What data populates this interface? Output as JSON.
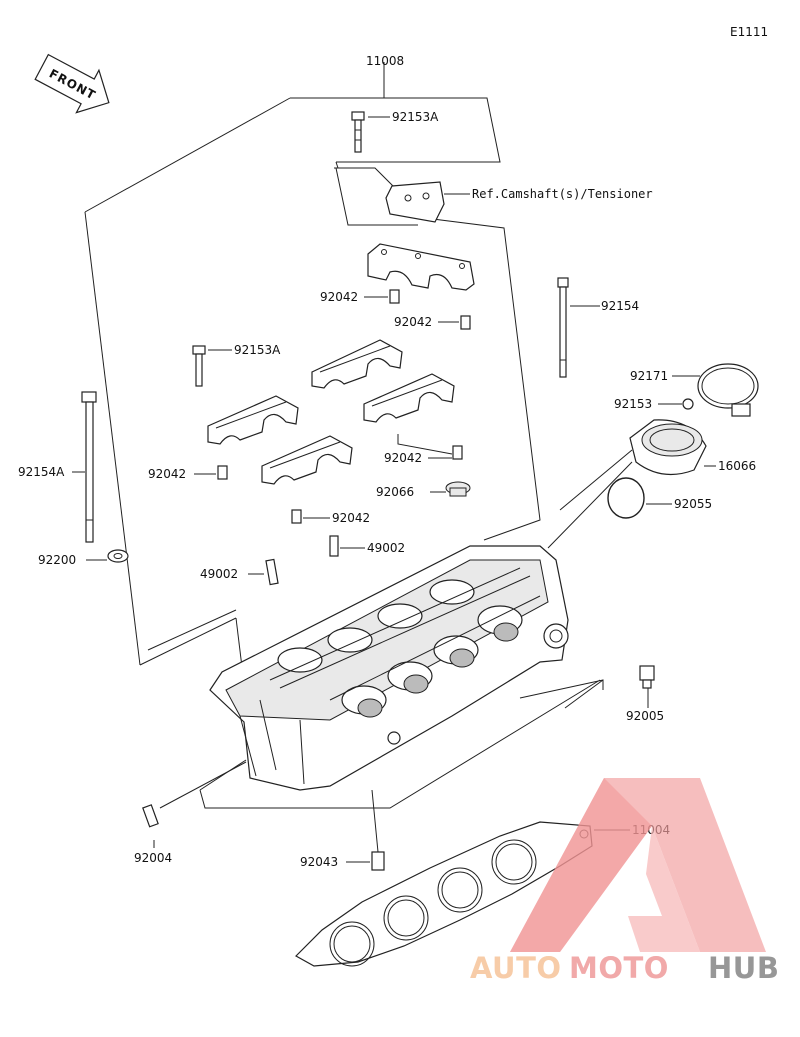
{
  "diagram_code": "E1111",
  "front_label": "FRONT",
  "ref_note": "Ref.Camshaft(s)/Tensioner",
  "labels": {
    "assembly": "11008",
    "bolt_top": "92153A",
    "bolt_left": "92153A",
    "bolt_long_right": "92154",
    "bolt_long_left": "92154A",
    "washer": "92200",
    "dowel_cap_center": "92042",
    "dowel_cap_right": "92042",
    "dowel_left": "92042",
    "dowel_right": "92042",
    "dowel_mid": "92042",
    "plug": "92066",
    "guide_left": "49002",
    "guide_right": "49002",
    "clamp": "92171",
    "small_bolt": "92153",
    "holder": "16066",
    "oring": "92055",
    "fitting": "92005",
    "stud": "92004",
    "gasket": "11004",
    "dowel_bottom": "92043"
  },
  "watermark": {
    "part1": "AUTO",
    "part2": "MOTO",
    "part3": "HUB",
    "color1": "#f7c79f",
    "color2": "#f0a0a0",
    "color3": "#8c8c8c"
  }
}
